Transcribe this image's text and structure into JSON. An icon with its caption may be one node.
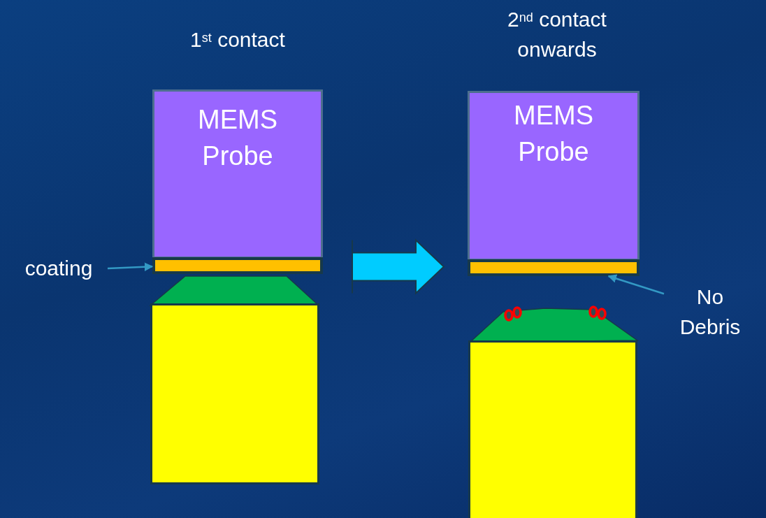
{
  "diagram": {
    "nodes": [
      {
        "text": [
          "MEMS Probe"
        ]
      },
      {
        "text": [],
        "shape": "bar"
      },
      {
        "text": [],
        "shape": "trapezoid"
      },
      {
        "text": [],
        "shape": "box"
      },
      {
        "text": [
          "MEMS Probe"
        ]
      },
      {
        "text": [],
        "shape": "bar"
      },
      {
        "text": [],
        "shape": "trapezoid"
      },
      {
        "text": [],
        "shape": "box"
      },
      {
        "text": [
          "coating"
        ]
      },
      {
        "text": [
          "No Debris"
        ]
      }
    ],
    "edges": [
      {
        "from": 8,
        "to": 1,
        "arrow": "to"
      },
      {
        "from": 9,
        "to": 5,
        "arrow": "to"
      },
      {
        "from": 1,
        "to": 5,
        "arrow": "to",
        "style": "thick",
        "color": "#00ccff"
      }
    ],
    "labels": [
      "1$^{st}$ contact",
      "2$^{nd}$ contact onwards"
    ]
  }
}
